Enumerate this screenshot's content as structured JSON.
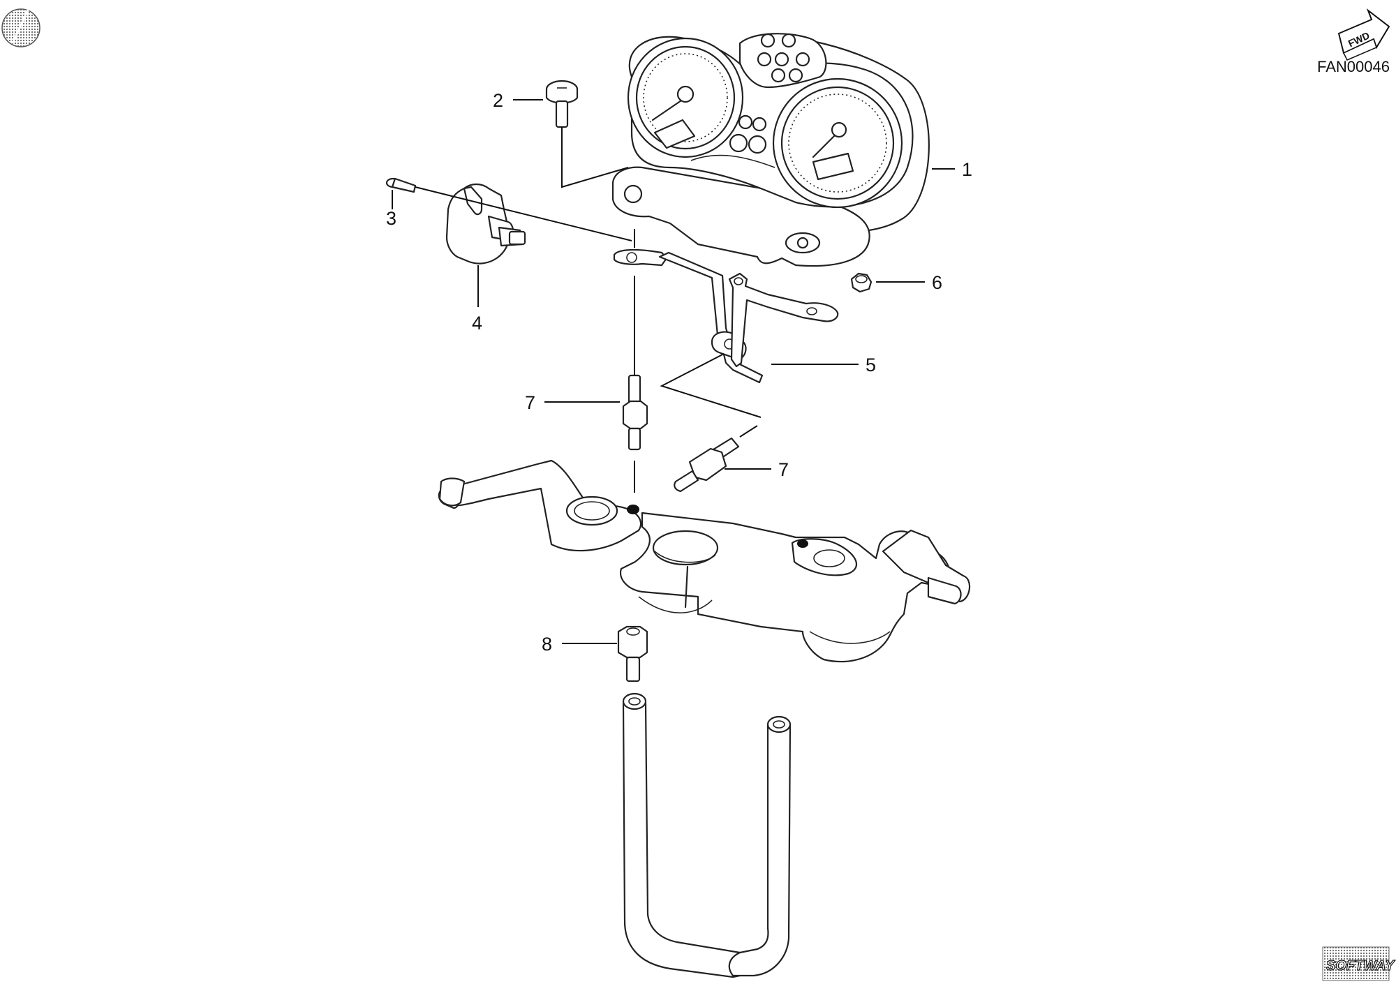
{
  "reference_code": "FAN00046",
  "forward_marker": "FWD",
  "brand_logo": "SOFTWAY",
  "callouts": [
    {
      "id": "1",
      "label": "1"
    },
    {
      "id": "2",
      "label": "2"
    },
    {
      "id": "3",
      "label": "3"
    },
    {
      "id": "4",
      "label": "4"
    },
    {
      "id": "5",
      "label": "5"
    },
    {
      "id": "6",
      "label": "6"
    },
    {
      "id": "7a",
      "label": "7"
    },
    {
      "id": "7b",
      "label": "7"
    },
    {
      "id": "8",
      "label": "8"
    }
  ],
  "colors": {
    "line": "#222222",
    "background": "#ffffff",
    "dot_pattern": "#777777"
  }
}
